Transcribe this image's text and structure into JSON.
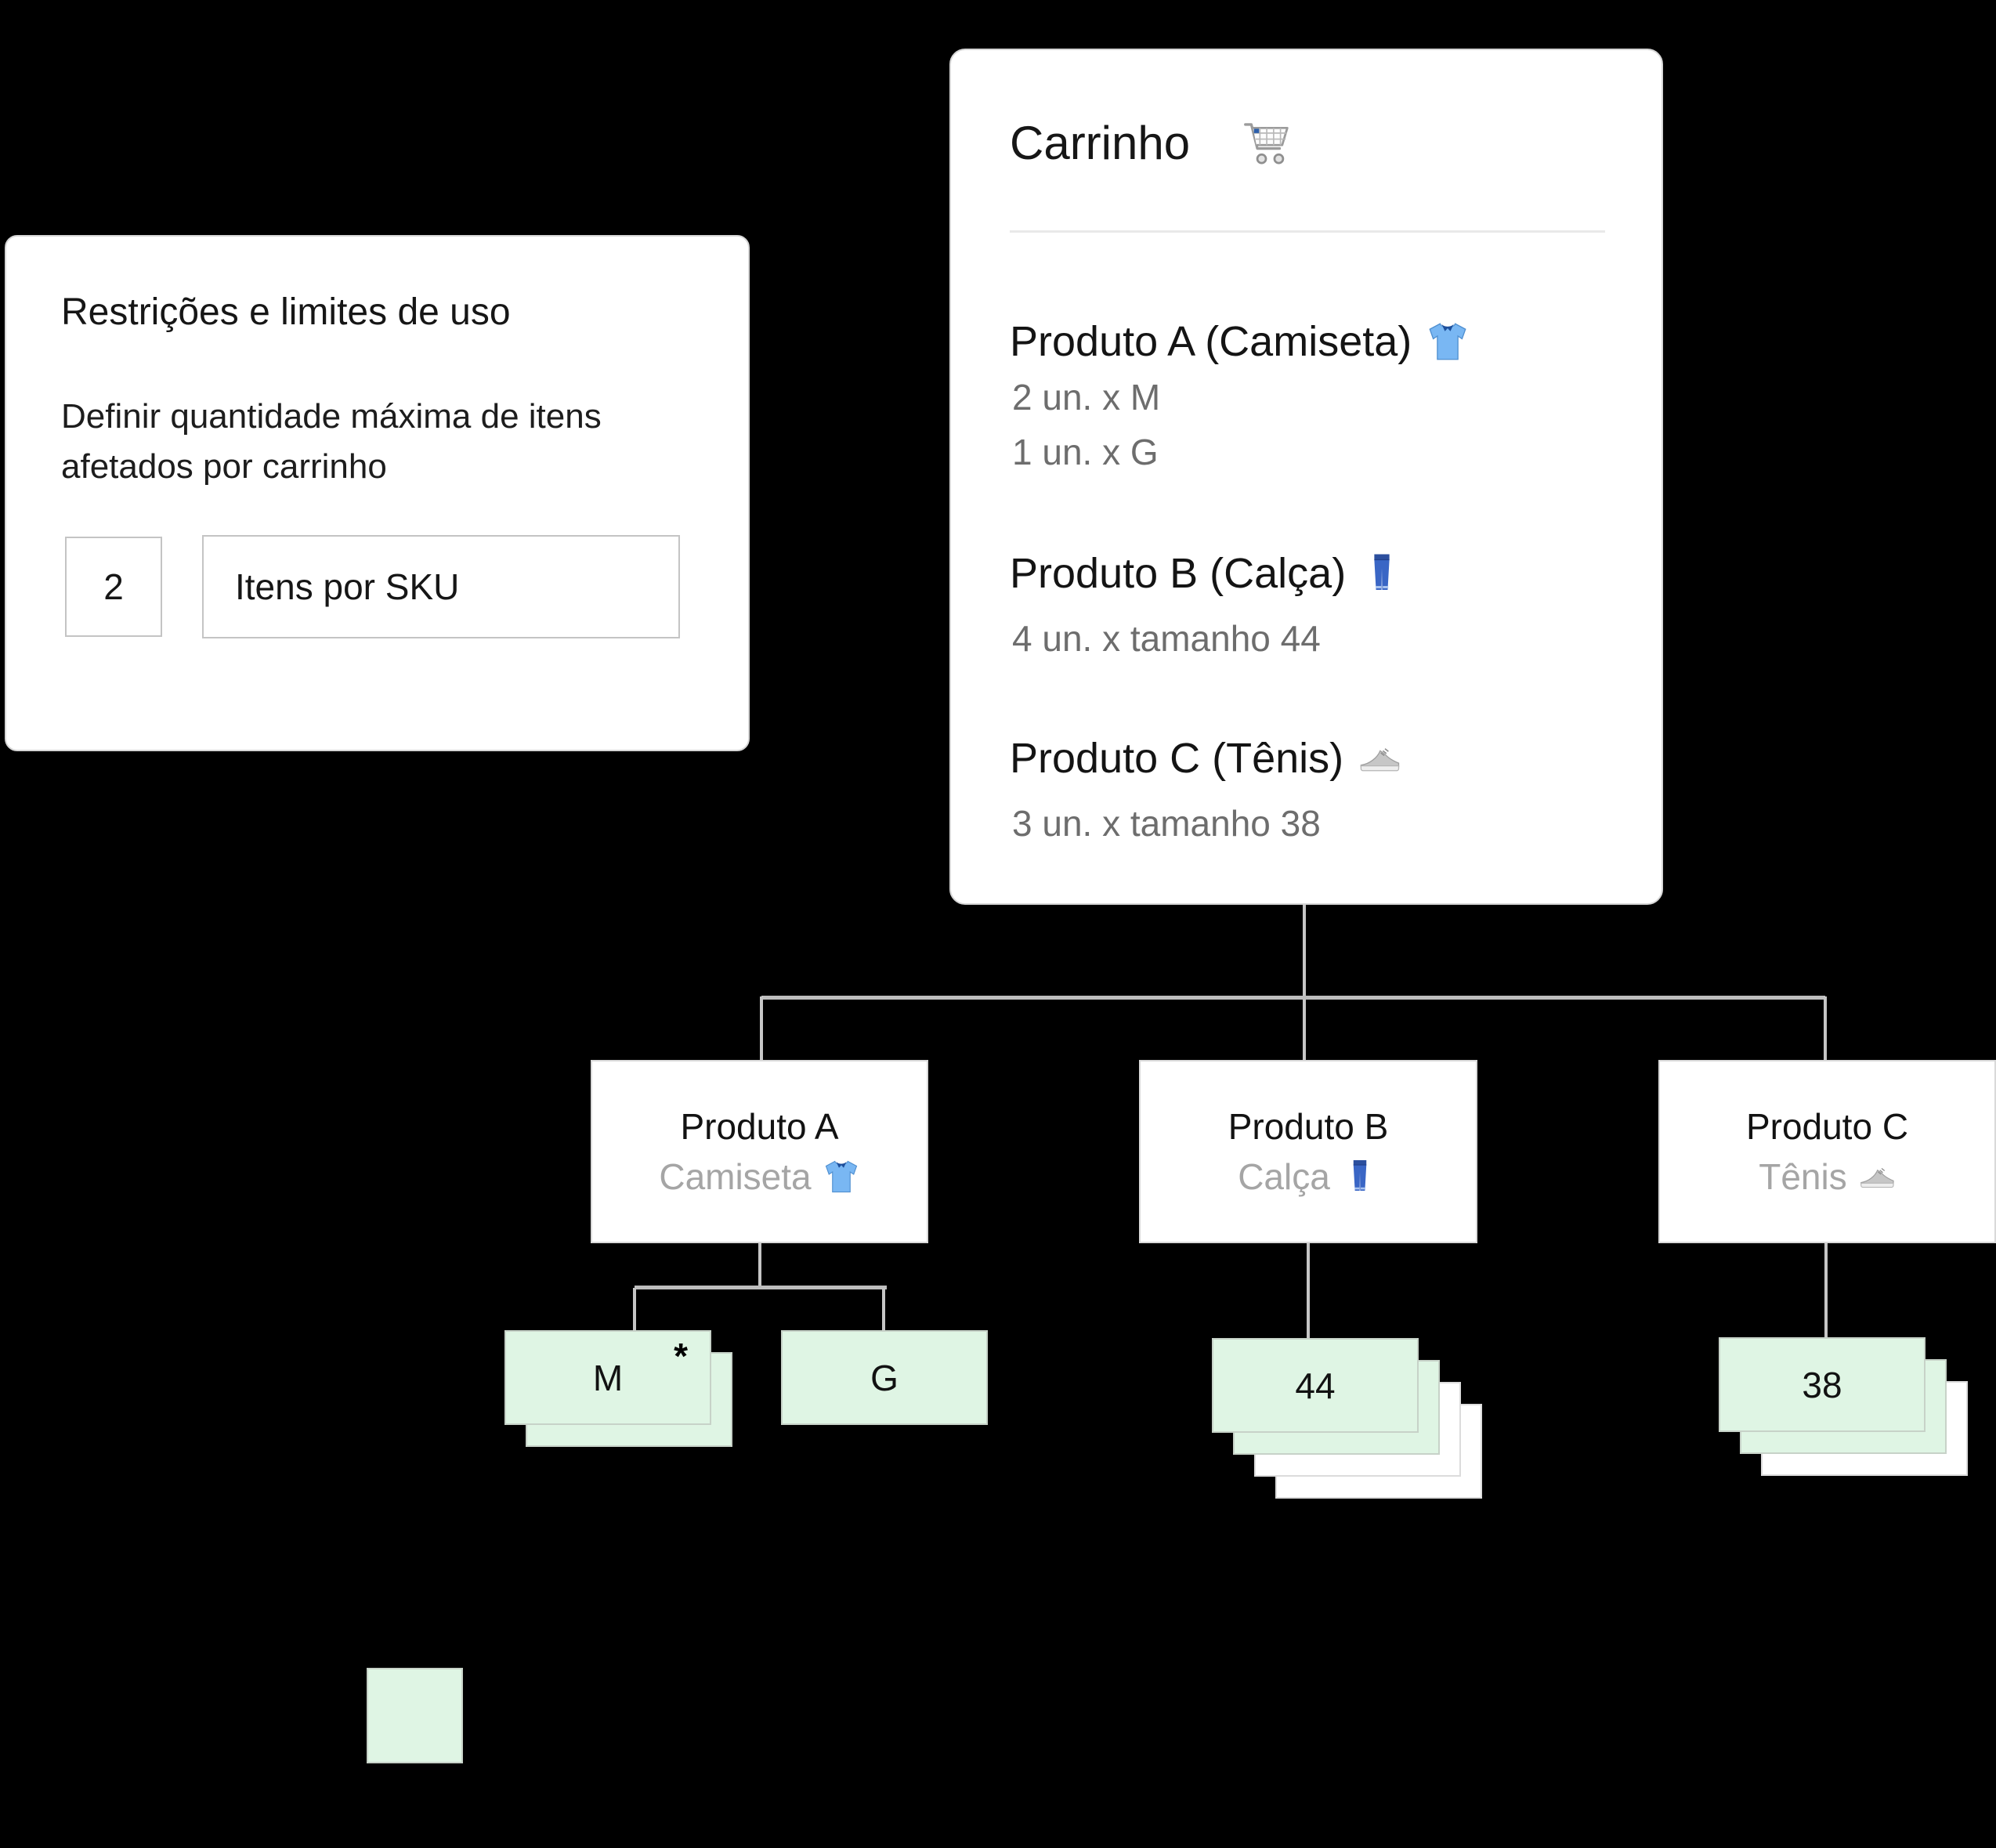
{
  "restrictions_card": {
    "title": "Restrições e limites de uso",
    "description_line1": "Definir quantidade máxima de itens",
    "description_line2": "afetados por carrinho",
    "quantity_value": "2",
    "quantity_unit_label": "Itens por SKU"
  },
  "cart_card": {
    "title": "Carrinho",
    "title_icon": "shopping-cart-icon",
    "items": [
      {
        "title": "Produto A (Camiseta)",
        "icon": "tshirt-icon",
        "lines": [
          "2 un. x M",
          "1 un. x G"
        ]
      },
      {
        "title": "Produto B (Calça)",
        "icon": "jeans-icon",
        "lines": [
          "4 un. x tamanho 44"
        ]
      },
      {
        "title": "Produto C (Tênis)",
        "icon": "sneaker-icon",
        "lines": [
          "3 un. x  tamanho 38"
        ]
      }
    ]
  },
  "tree": {
    "products": [
      {
        "name": "Produto A",
        "category": "Camiseta",
        "icon": "tshirt-icon"
      },
      {
        "name": "Produto B",
        "category": "Calça",
        "icon": "jeans-icon"
      },
      {
        "name": "Produto C",
        "category": "Tênis",
        "icon": "sneaker-icon"
      }
    ],
    "skus": [
      {
        "id": "m",
        "label": "M",
        "units": 2,
        "allowed": 2,
        "marker": "*"
      },
      {
        "id": "g",
        "label": "G",
        "units": 1,
        "allowed": 1
      },
      {
        "id": "44",
        "label": "44",
        "units": 4,
        "allowed": 2
      },
      {
        "id": "38",
        "label": "38",
        "units": 3,
        "allowed": 2
      }
    ]
  },
  "legend": {
    "swatch_color": "#dff5e4"
  },
  "colors": {
    "background": "#000000",
    "card": "#ffffff",
    "allowed_green": "#dff5e4",
    "blocked_white": "#ffffff",
    "connector_gray": "#c6c6c6",
    "muted_text": "#6d6d6d",
    "subtitle_gray": "#a5a5a5"
  }
}
